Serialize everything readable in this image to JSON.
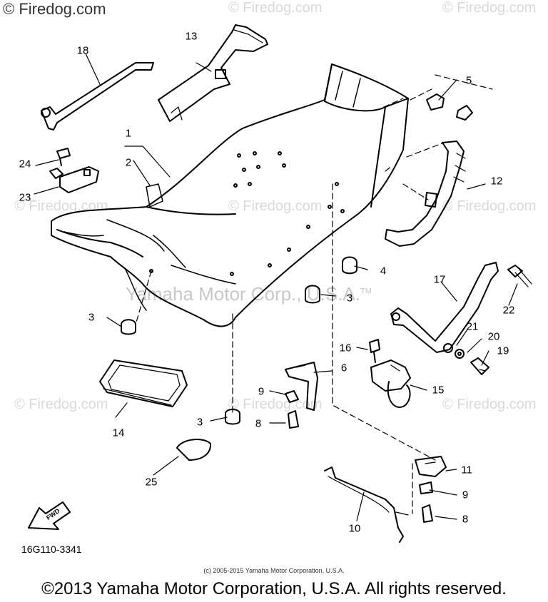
{
  "watermark": {
    "text": "© Firedog.com"
  },
  "diagram": {
    "code": "16G110-3341",
    "fwd_label": "FWD",
    "overlay_note": "Yamaha Motor Corp., U.S.A.",
    "overlay_mark": "TM",
    "callouts": [
      "1",
      "2",
      "3",
      "3",
      "3",
      "4",
      "5",
      "6",
      "8",
      "8",
      "9",
      "9",
      "10",
      "11",
      "12",
      "13",
      "14",
      "15",
      "16",
      "17",
      "18",
      "19",
      "20",
      "21",
      "22",
      "23",
      "24",
      "25"
    ]
  },
  "footer": {
    "small_copyright": "(c) 2005-2015 Yamaha Motor Corporation, U.S.A.",
    "copyright": "©2013 Yamaha Motor Corporation, U.S.A. All rights reserved."
  },
  "colors": {
    "line": "#000000",
    "watermark": "#d9d9d9",
    "background": "#ffffff"
  }
}
